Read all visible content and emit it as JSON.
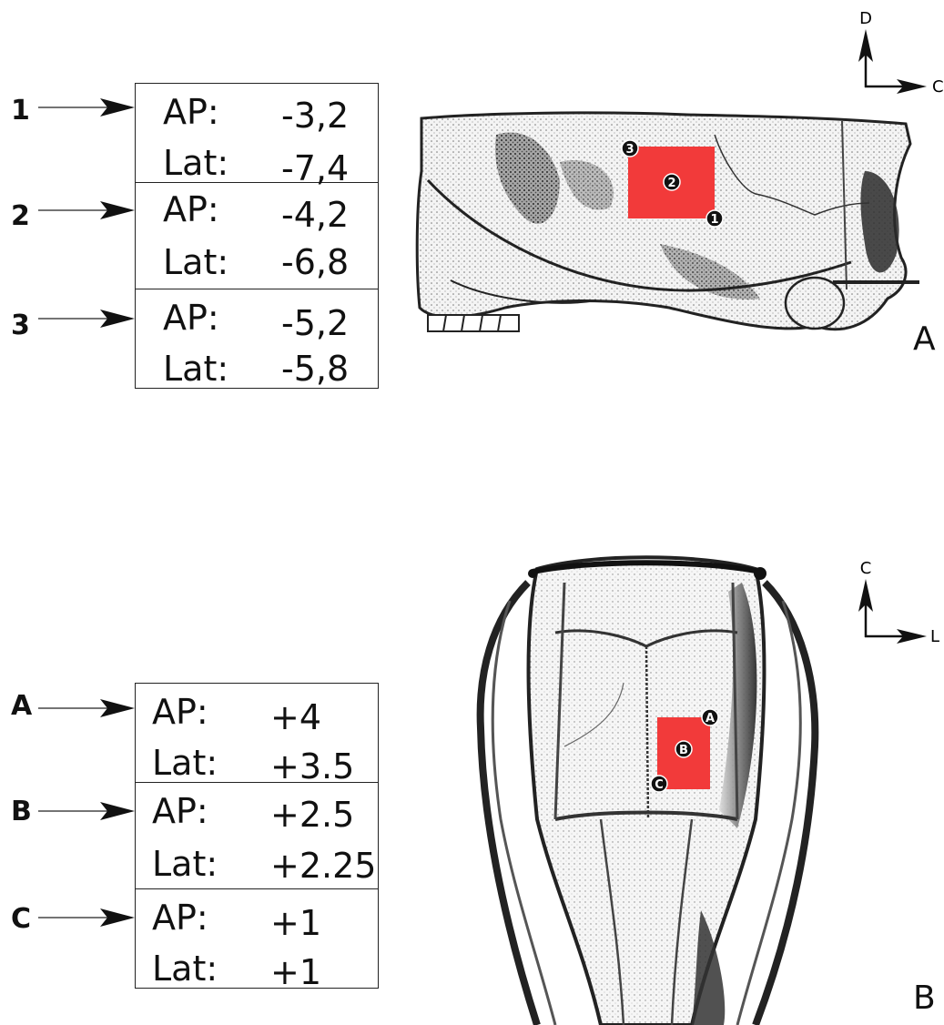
{
  "panel_a": {
    "letter": "A",
    "axis": {
      "up": "D",
      "right": "C"
    },
    "points": [
      {
        "id": "1",
        "ap": "-3,2",
        "lat": "-7,4"
      },
      {
        "id": "2",
        "ap": "-4,2",
        "lat": "-6,8"
      },
      {
        "id": "3",
        "ap": "-5,2",
        "lat": "-5,8"
      }
    ]
  },
  "panel_b": {
    "letter": "B",
    "axis": {
      "up": "C",
      "right": "L"
    },
    "points": [
      {
        "id": "A",
        "ap": "+4",
        "lat": "+3.5"
      },
      {
        "id": "B",
        "ap": "+2.5",
        "lat": "+2.25"
      },
      {
        "id": "C",
        "ap": "+1",
        "lat": "+1"
      }
    ]
  },
  "labels": {
    "ap": "AP:",
    "lat": "Lat:"
  },
  "colors": {
    "target_region": "#f23a3a",
    "marker": "#111111"
  },
  "figures": {
    "panel_a": "rat-skull-lateral-view",
    "panel_b": "rat-skull-dorsal-view"
  }
}
